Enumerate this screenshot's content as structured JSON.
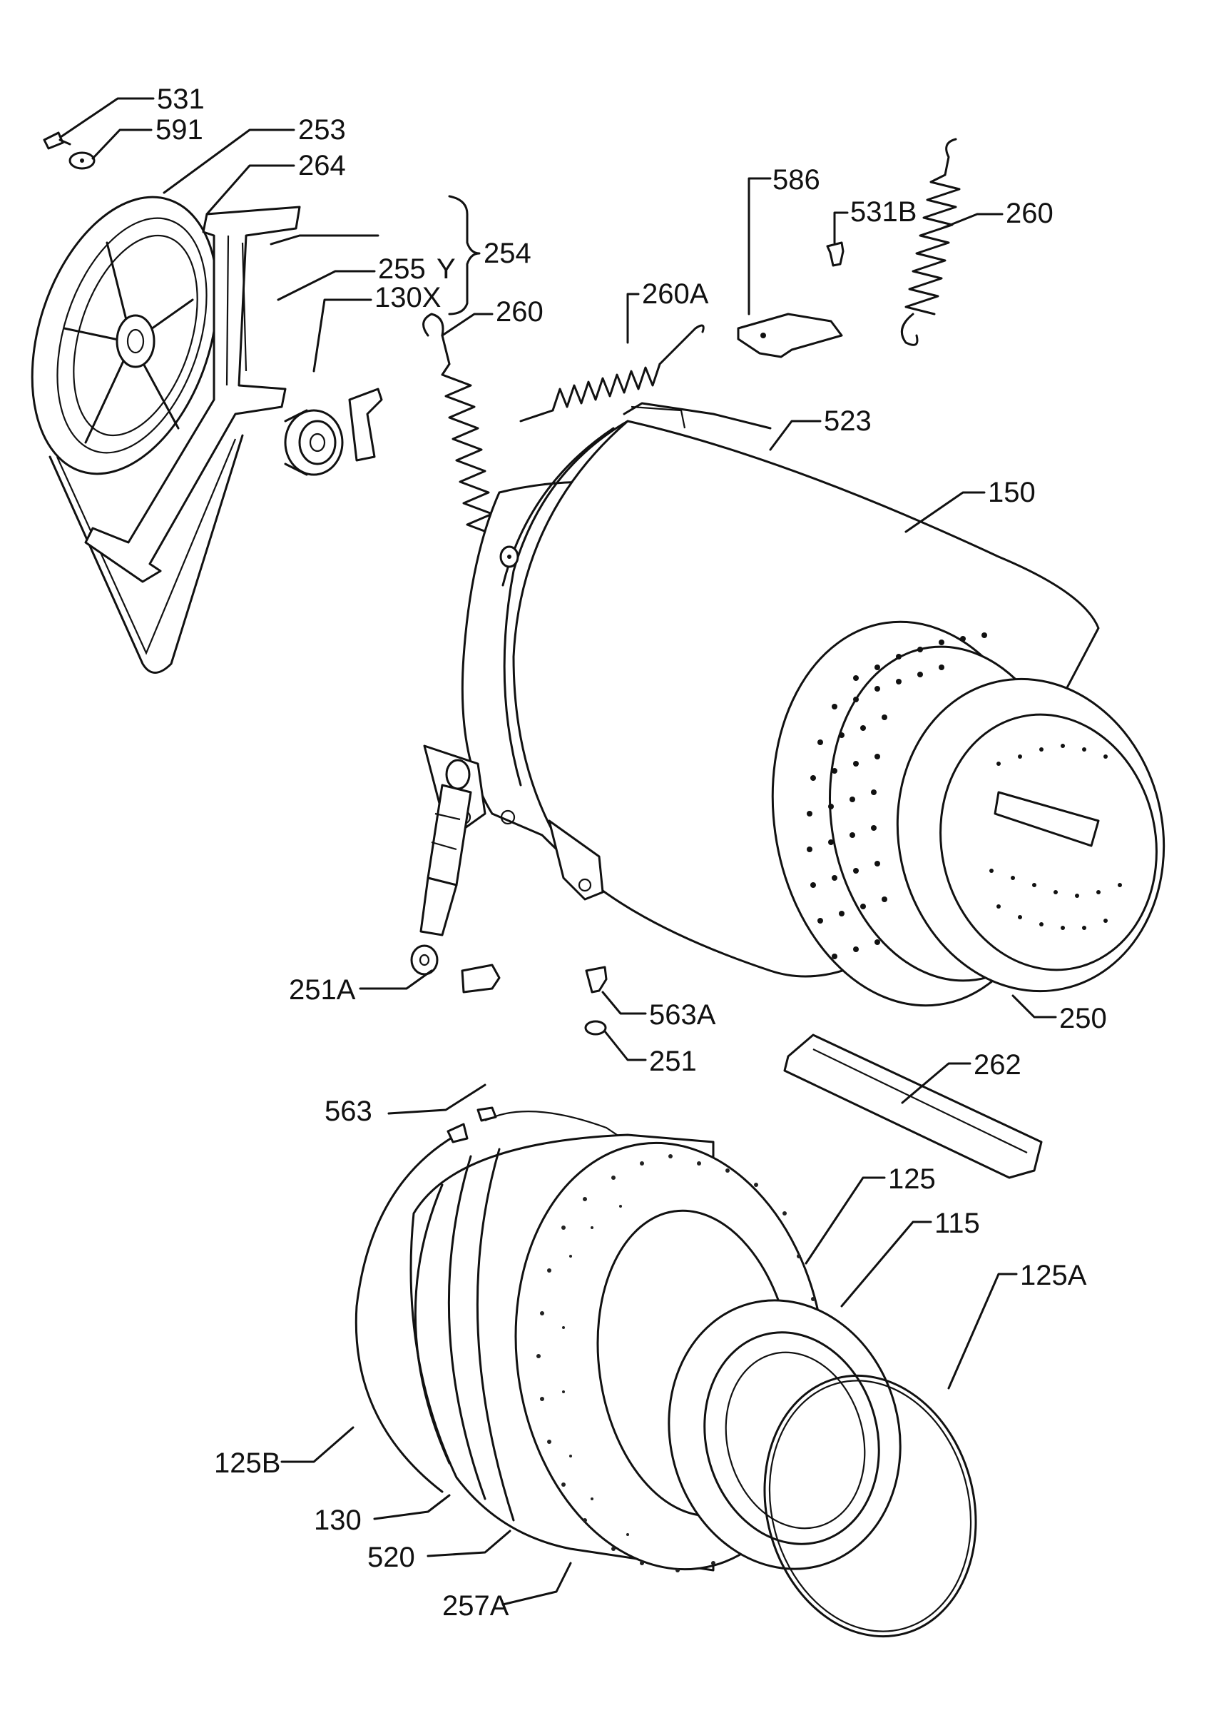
{
  "labels": {
    "l531": "531",
    "l591": "591",
    "l253": "253",
    "l264": "264",
    "l255": "255",
    "lY": "Y",
    "l254": "254",
    "l130x": "130X",
    "l260a": "260",
    "l260A": "260A",
    "l586": "586",
    "l531b": "531B",
    "l260b": "260",
    "l523": "523",
    "l150": "150",
    "l251A": "251A",
    "l563A": "563A",
    "l251": "251",
    "l250": "250",
    "l262": "262",
    "l563": "563",
    "l125": "125",
    "l115": "115",
    "l125A": "125A",
    "l125B": "125B",
    "l130": "130",
    "l520": "520",
    "l257A": "257A"
  },
  "colors": {
    "ink": "#111111",
    "paper": "#ffffff"
  }
}
